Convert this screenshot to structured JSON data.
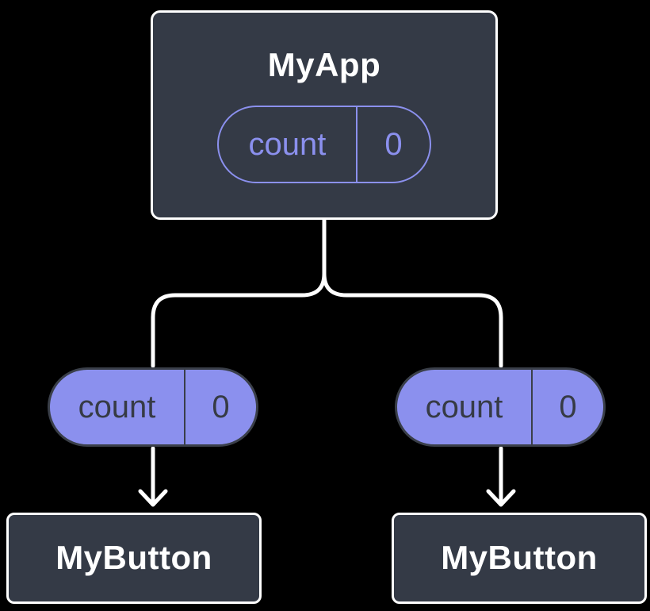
{
  "diagram": {
    "description": "Component tree: parent MyApp holds count state, passes count prop down to two MyButton children",
    "colors": {
      "background": "#000000",
      "node_fill": "#343a46",
      "node_border": "#ffffff",
      "accent_purple": "#8b90ee",
      "pill_dark_text": "#363b45",
      "pill_dark_border": "#3a3f49",
      "connector": "#ffffff"
    },
    "root": {
      "title": "MyApp",
      "state": {
        "key": "count",
        "value": "0"
      }
    },
    "props_passed": [
      {
        "key": "count",
        "value": "0"
      },
      {
        "key": "count",
        "value": "0"
      }
    ],
    "children": [
      {
        "title": "MyButton"
      },
      {
        "title": "MyButton"
      }
    ]
  }
}
